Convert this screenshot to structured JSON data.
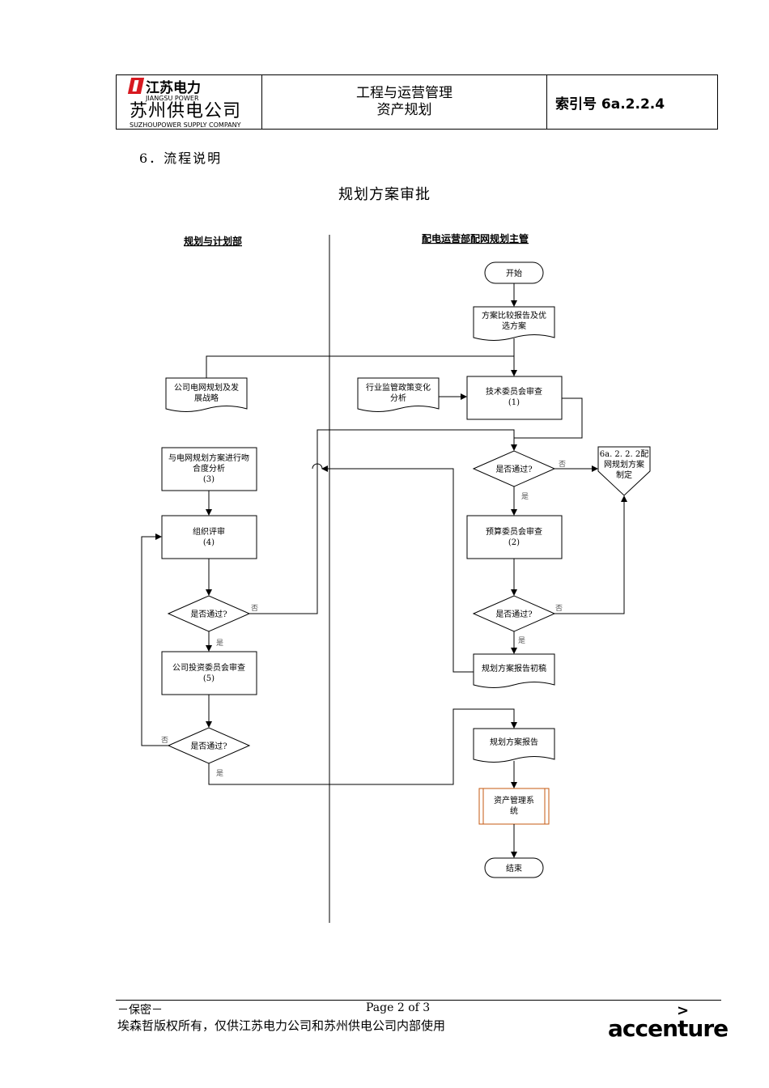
{
  "header": {
    "logo": {
      "cn_top": "江苏电力",
      "en_top": "JIANGSU POWER",
      "cn_bottom": "苏州供电公司",
      "en_bottom": "SUZHOUPOWER SUPPLY COMPANY"
    },
    "title_line1": "工程与运营管理",
    "title_line2": "资产规划",
    "index_label": "索引号 6a.2.2.4"
  },
  "section_heading": "6．流程说明",
  "chart_title": "规划方案审批",
  "flowchart": {
    "lanes": {
      "left": "规划与计划部",
      "right": "配电运营部配网规划主管"
    },
    "nodes": {
      "start": "开始",
      "doc_compare_l1": "方案比较报告及优",
      "doc_compare_l2": "选方案",
      "doc_company_l1": "公司电网规划及发",
      "doc_company_l2": "展战略",
      "doc_industry_l1": "行业监管政策变化",
      "doc_industry_l2": "分析",
      "tech_review_l1": "技术委员会审查",
      "tech_review_l2": "(1)",
      "decision_pass": "是否通过?",
      "offpage_l1": "6a. 2. 2. 2配",
      "offpage_l2": "网规划方案",
      "offpage_l3": "制定",
      "budget_review_l1": "预算委员会审查",
      "budget_review_l2": "(2)",
      "fit_analysis_l1": "与电网规划方案进行吻",
      "fit_analysis_l2": "合度分析",
      "fit_analysis_l3": "(3)",
      "org_review_l1": "组织评审",
      "org_review_l2": "(4)",
      "invest_review_l1": "公司投资委员会审查",
      "invest_review_l2": "(5)",
      "doc_draft": "规划方案报告初稿",
      "doc_report": "规划方案报告",
      "system_l1": "资产管理系",
      "system_l2": "统",
      "end": "结束",
      "yes": "是",
      "no": "否"
    }
  },
  "footer": {
    "confidential": "－保密－",
    "page": "Page 2 of 3",
    "copyright": "埃森哲版权所有，仅供江苏电力公司和苏州供电公司内部使用",
    "brand": "accenture"
  },
  "colors": {
    "logo_red": "#d71920",
    "system_box_border": "#c55a11"
  }
}
